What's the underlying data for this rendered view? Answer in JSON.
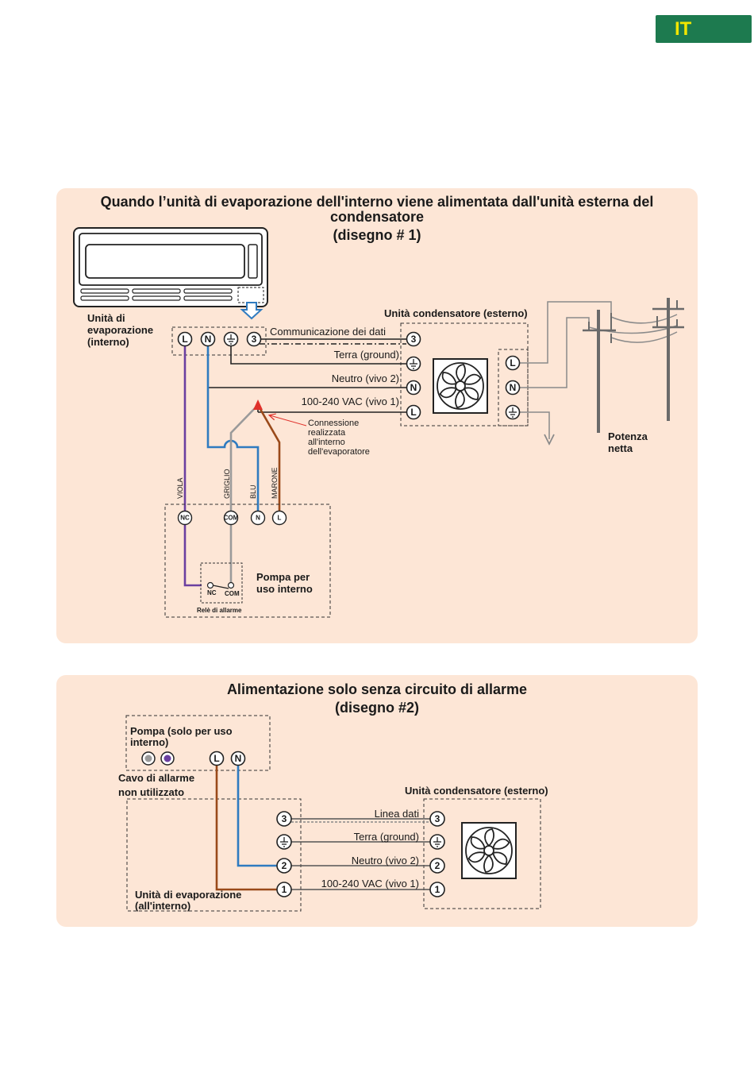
{
  "lang_badge": "IT",
  "diagram1": {
    "title_line1": "Quando l’unità di evaporazione dell'interno viene alimentata dall'unità esterna del",
    "title_line2": "condensatore",
    "subtitle": "(disegno # 1)",
    "evap_label_1": "Unità di",
    "evap_label_2": "evaporazione",
    "evap_label_3": "(interno)",
    "condenser_label": "Unità condensatore (esterno)",
    "wire_data": "Communicazione dei dati",
    "wire_ground": "Terra (ground)",
    "wire_neutral": "Neutro (vivo 2)",
    "wire_live": "100-240 VAC (vivo 1)",
    "connection_note_1": "Connessione",
    "connection_note_2": "realizzata",
    "connection_note_3": "all'interno",
    "connection_note_4": "dell'evaporatore",
    "power_label_1": "Potenza",
    "power_label_2": "netta",
    "wire_color_violet": "VIOLA",
    "wire_color_grey": "GRIGLIO",
    "wire_color_blue": "BLU",
    "wire_color_brown": "MARONE",
    "pump_label_1": "Pompa per",
    "pump_label_2": "uso interno",
    "relay_label": "Relè di allarme",
    "relay_nc": "NC",
    "relay_com": "COM",
    "term_L": "L",
    "term_N": "N",
    "term_3": "3",
    "term_NC": "NC",
    "term_COM": "COM"
  },
  "diagram2": {
    "title": "Alimentazione solo senza circuito di allarme",
    "subtitle": "(disegno #2)",
    "pump_label_1": "Pompa (solo per uso",
    "pump_label_2": "interno)",
    "alarm_cable_1": "Cavo di allarme",
    "alarm_cable_2": "non utilizzato",
    "condenser_label": "Unità condensatore (esterno)",
    "wire_data": "Linea dati",
    "wire_ground": "Terra (ground)",
    "wire_neutral": "Neutro (vivo 2)",
    "wire_live": "100-240 VAC (vivo 1)",
    "evap_label_1": "Unità di evaporazione",
    "evap_label_2": "(all'interno)",
    "term_L": "L",
    "term_N": "N",
    "term_3": "3",
    "term_2": "2",
    "term_1": "1"
  },
  "colors": {
    "panel_bg": "#fde6d6",
    "badge_bg": "#1d7a4f",
    "badge_text": "#f2e600",
    "violet": "#6b3fa0",
    "blue": "#2f7bc0",
    "grey": "#9a9a9a",
    "brown": "#9a4a1a",
    "red": "#e0302a"
  }
}
